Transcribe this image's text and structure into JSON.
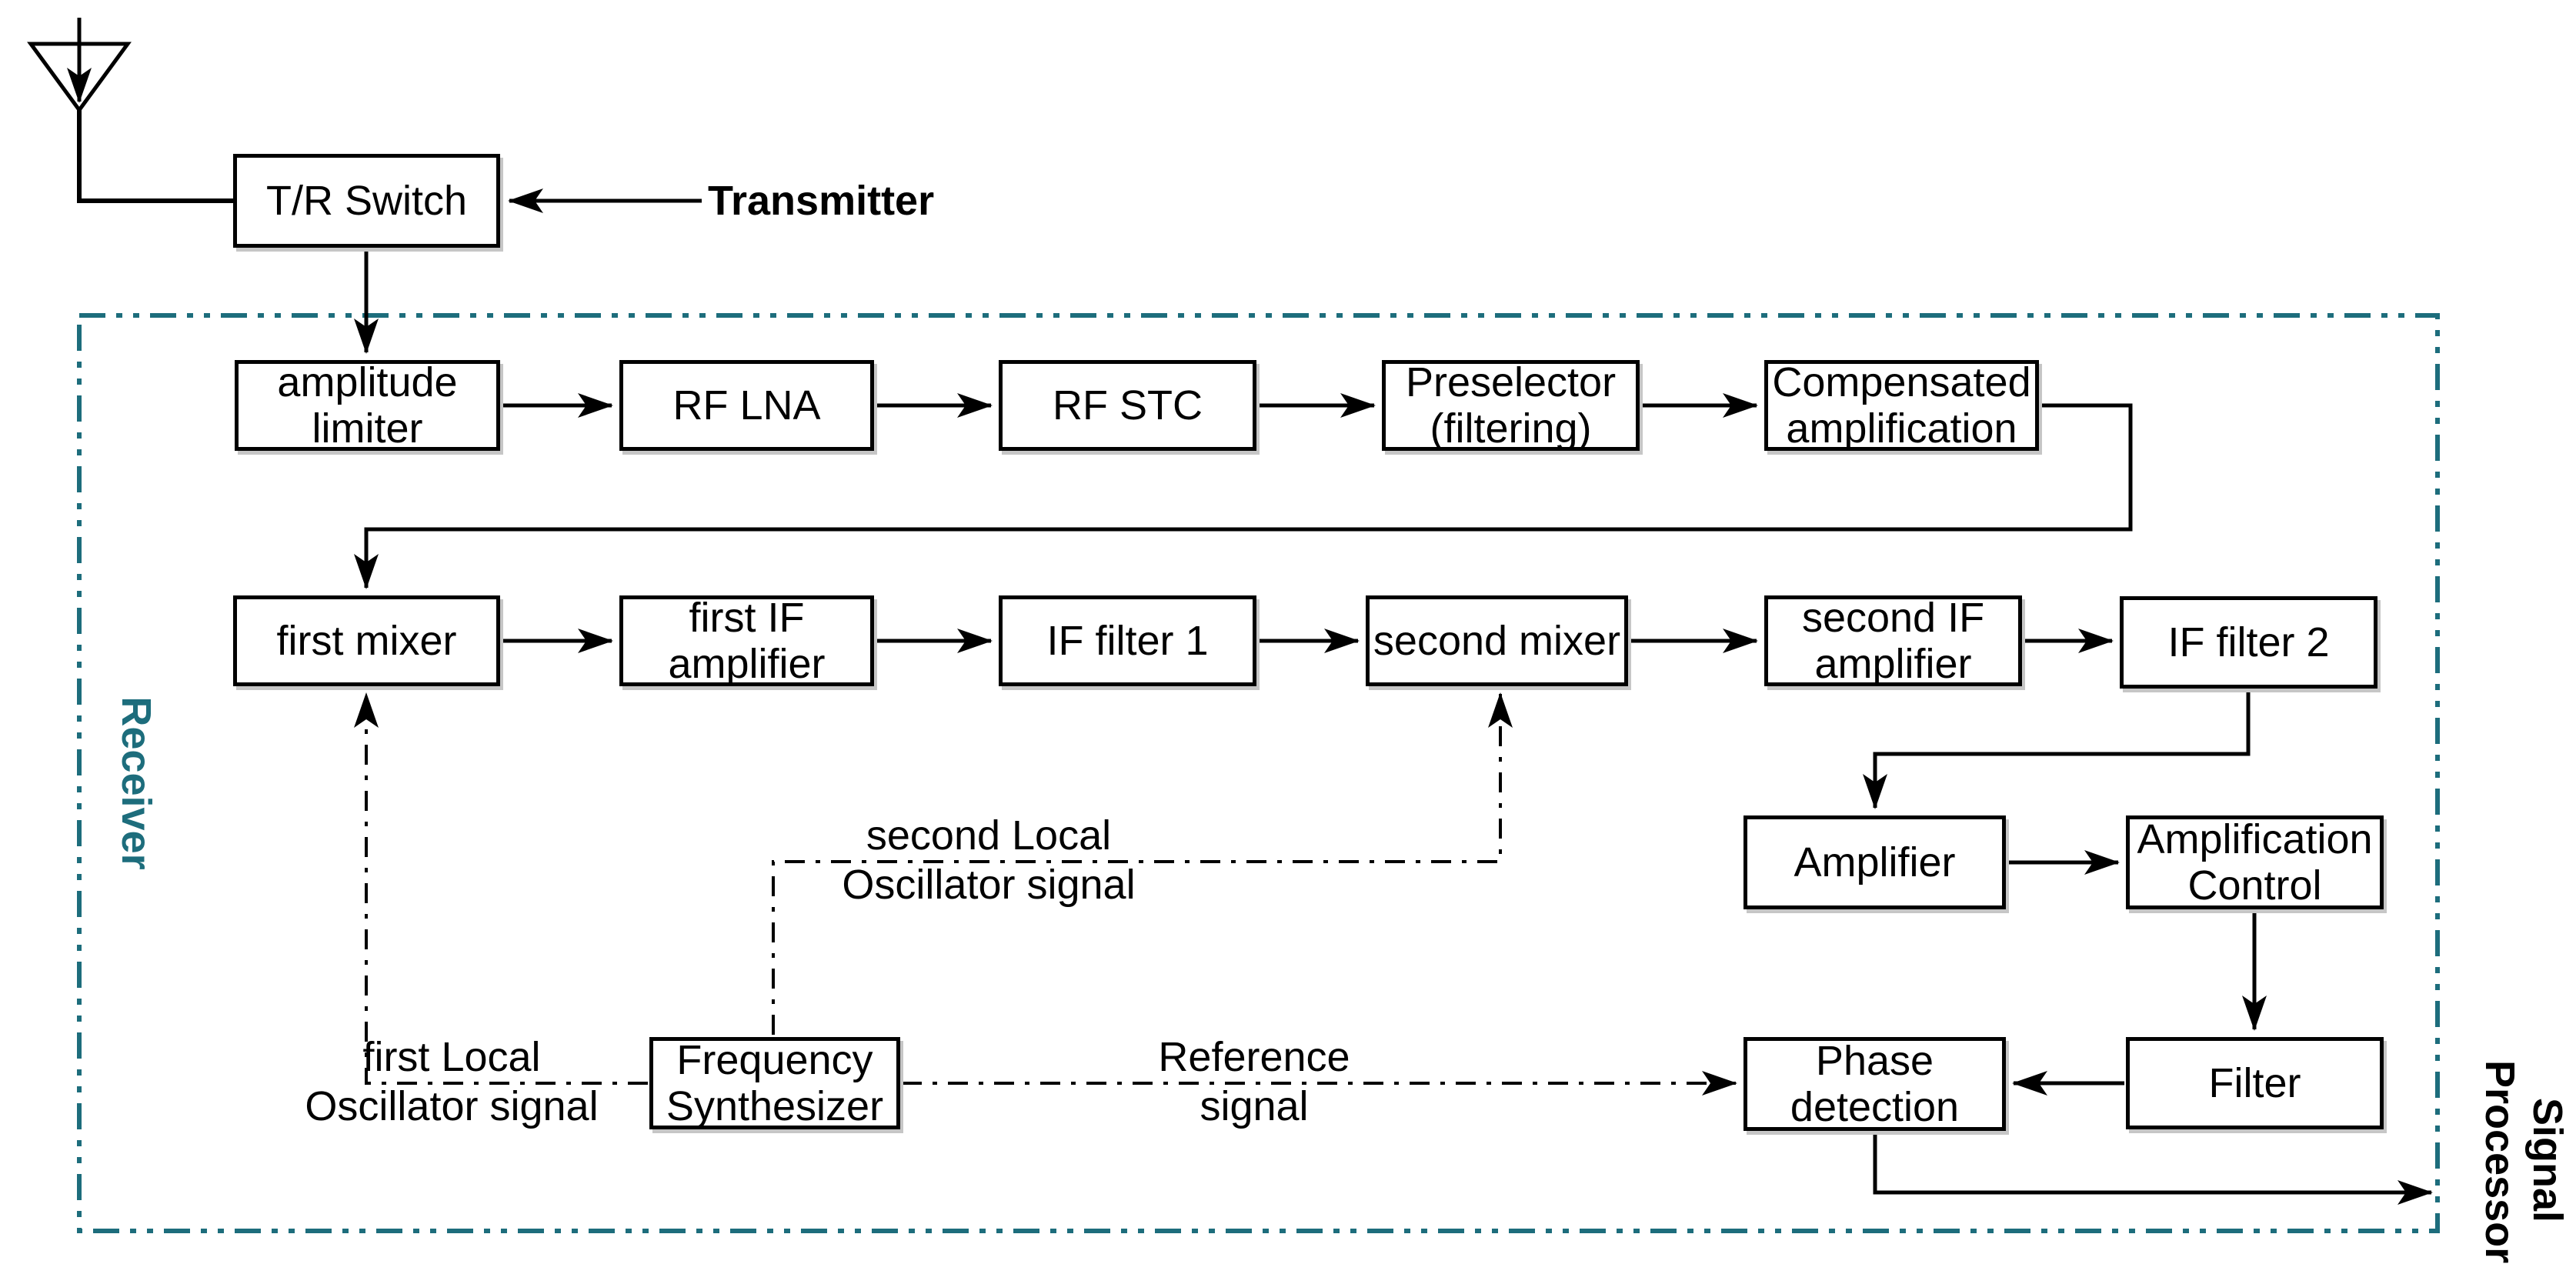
{
  "icons": {
    "antenna": "antenna-symbol"
  },
  "colors": {
    "connector": "#000000",
    "box_border": "#000000",
    "receiver_boundary": "#1d6d7c",
    "receiver_label": "#1d6d7c",
    "background": "#ffffff"
  },
  "external": {
    "transmitter": "Transmitter",
    "signal_processor": "Signal\nProcessor"
  },
  "regions": {
    "receiver": "Receiver"
  },
  "nodes": {
    "tr_switch": {
      "label": "T/R Switch"
    },
    "amplitude_limiter": {
      "label": "amplitude\nlimiter"
    },
    "rf_lna": {
      "label": "RF LNA"
    },
    "rf_stc": {
      "label": "RF STC"
    },
    "preselector": {
      "label": "Preselector\n(filtering)"
    },
    "compensated": {
      "label": "Compensated\namplification"
    },
    "first_mixer": {
      "label": "first mixer"
    },
    "first_if_amp": {
      "label": "first IF\namplifier"
    },
    "if_filter_1": {
      "label": "IF filter 1"
    },
    "second_mixer": {
      "label": "second mixer"
    },
    "second_if_amp": {
      "label": "second IF\namplifier"
    },
    "if_filter_2": {
      "label": "IF filter 2"
    },
    "amplifier": {
      "label": "Amplifier"
    },
    "amp_control": {
      "label": "Amplification\nControl"
    },
    "freq_synth": {
      "label": "Frequency\nSynthesizer"
    },
    "phase_detection": {
      "label": "Phase\ndetection"
    },
    "filter": {
      "label": "Filter"
    }
  },
  "signals": {
    "first_lo": "first Local\nOscillator signal",
    "second_lo": "second Local\nOscillator signal",
    "reference": "Reference\nsignal"
  }
}
